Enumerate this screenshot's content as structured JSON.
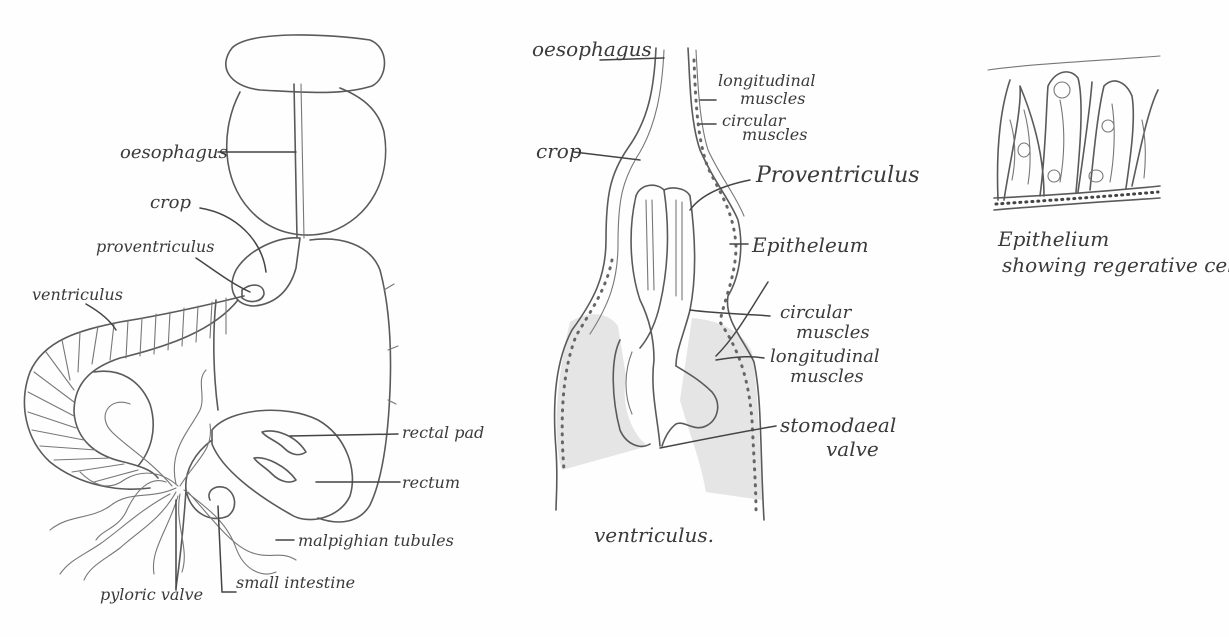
{
  "figure1": {
    "labels": {
      "oesophagus": "oesophagus",
      "crop": "crop",
      "proventriculus": "proventriculus",
      "ventriculus": "ventriculus",
      "rectal_pad": "rectal pad",
      "rectum": "rectum",
      "malpighian_tubules": "malpighian tubules",
      "pyloric_valve": "pyloric valve",
      "small_intestine": "small intestine"
    }
  },
  "figure2": {
    "labels": {
      "oesophagus": "oesophagus",
      "crop": "crop",
      "longitudinal_muscles_top": "longitudinal",
      "longitudinal_muscles_top_2": "muscles",
      "circular_muscles_top": "circular",
      "circular_muscles_top_2": "muscles",
      "proventriculus": "Proventriculus",
      "epithelium": "Epitheleum",
      "circular_muscles_mid": "circular",
      "circular_muscles_mid_2": "muscles",
      "longitudinal_muscles_mid": "longitudinal",
      "longitudinal_muscles_mid_2": "muscles",
      "stomodaeal_valve": "stomodaeal",
      "stomodaeal_valve_2": "valve",
      "ventriculus": "ventriculus."
    }
  },
  "figure3": {
    "caption_line1": "Epithelium",
    "caption_line2": "showing regerative cells"
  }
}
